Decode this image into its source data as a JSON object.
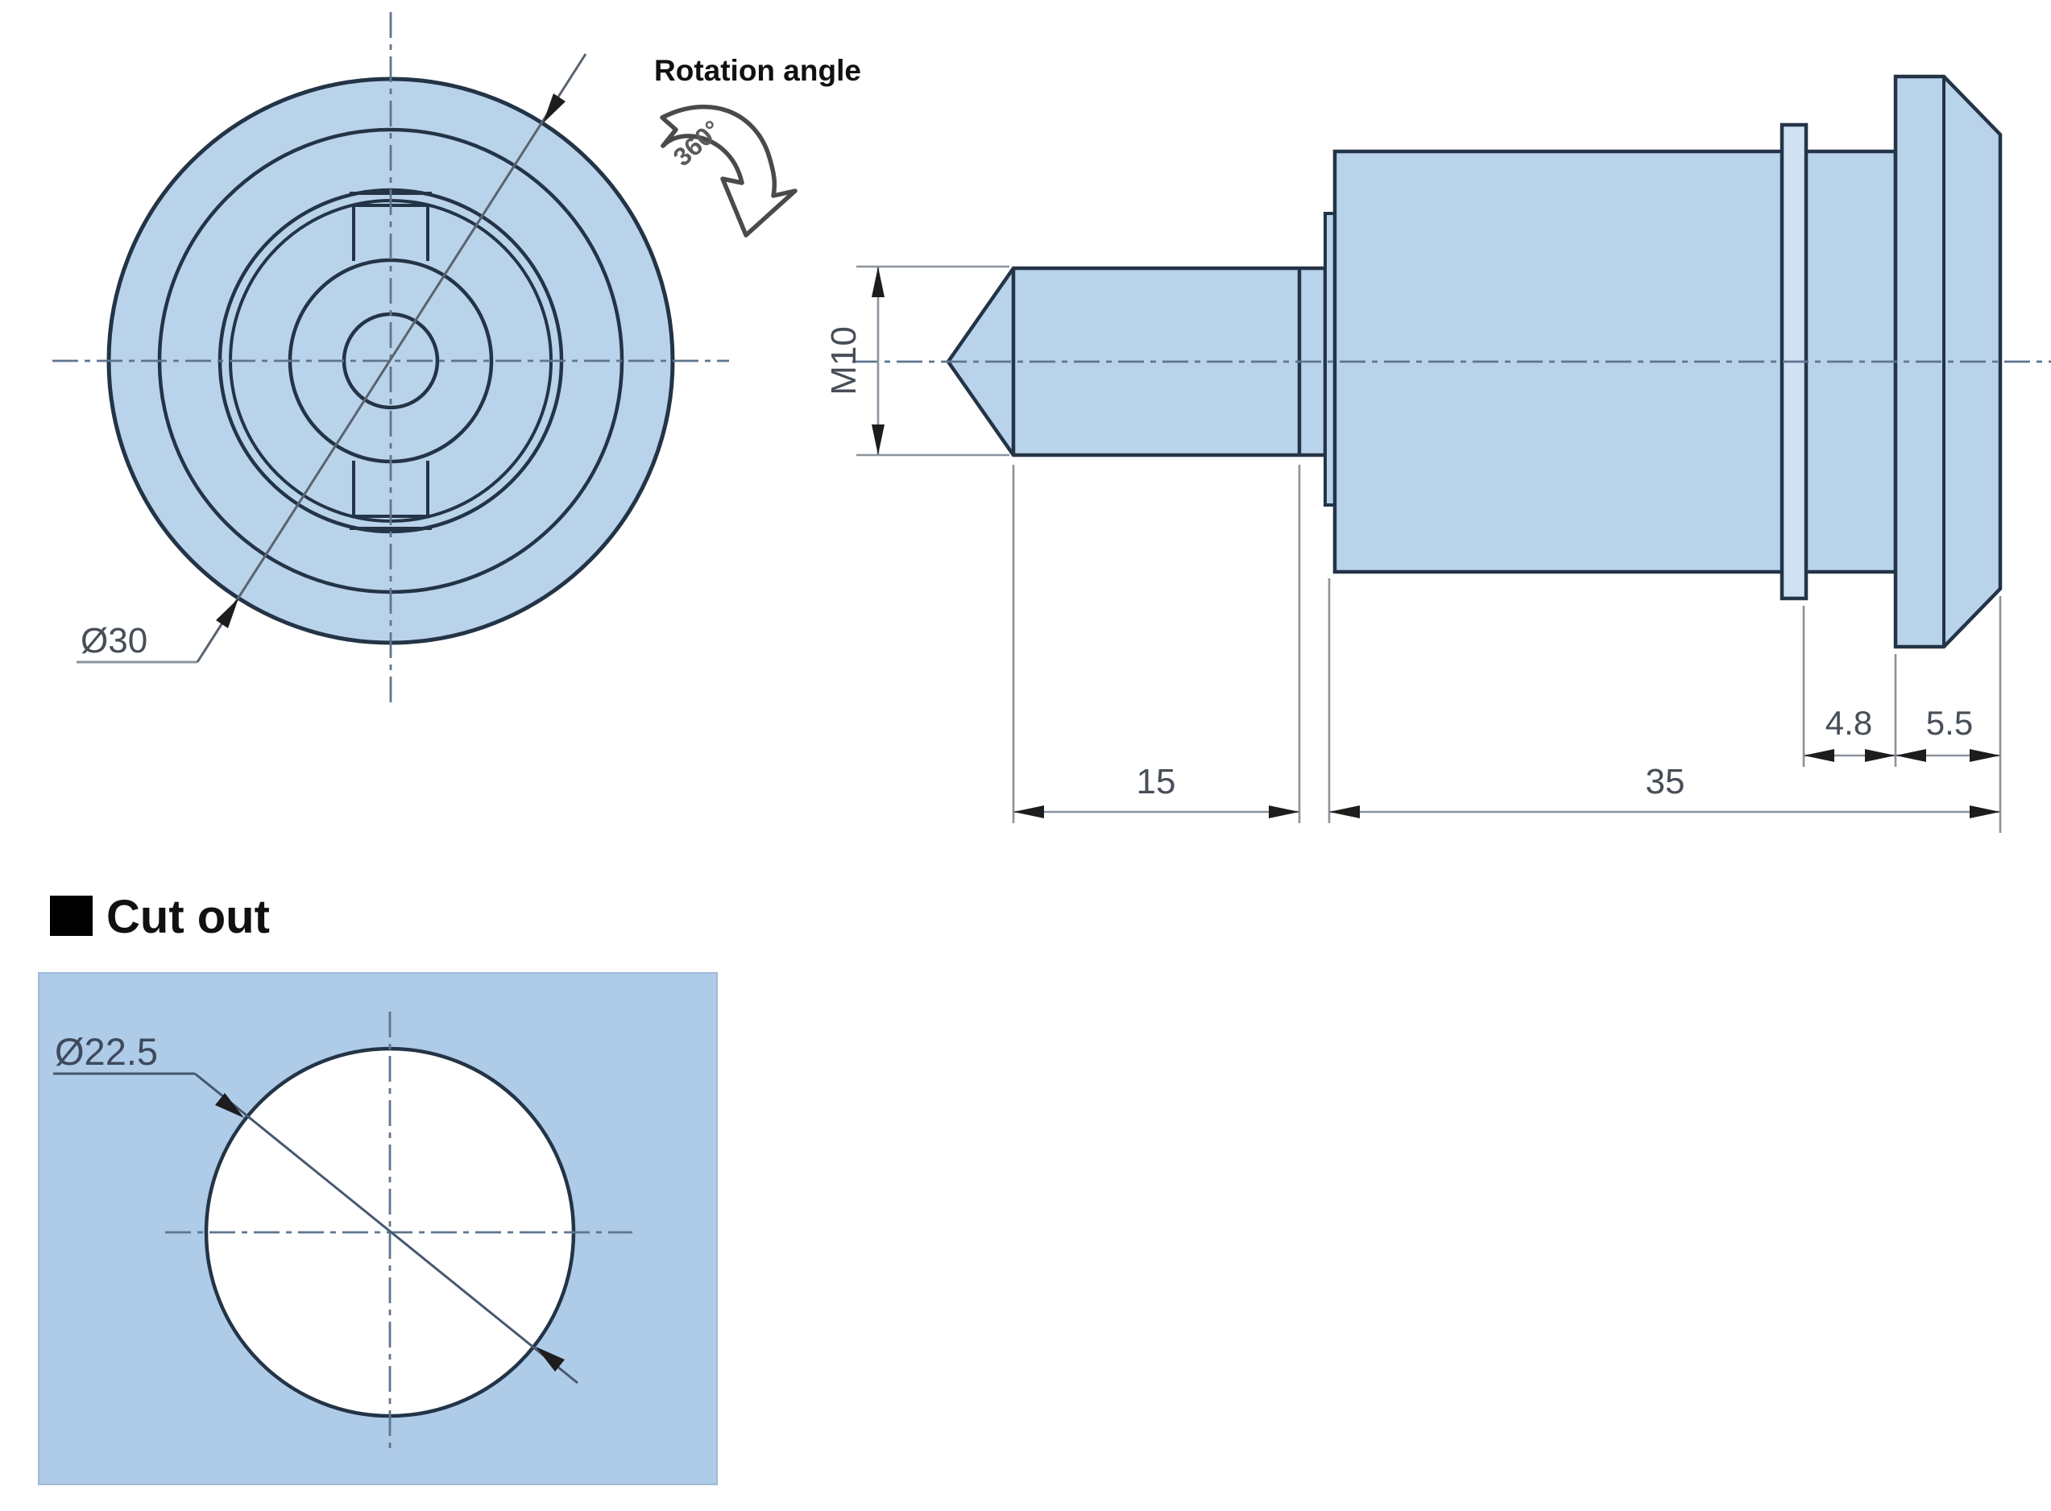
{
  "drawing": {
    "type": "technical-drawing",
    "part": "fastener-knob with threaded stud, flanged head and panel cut-out",
    "front_view": {
      "diameter_label": "Ø30",
      "rotation_caption": "Rotation angle",
      "rotation_value": "360°"
    },
    "side_view": {
      "thread_label": "M10",
      "thread_length_label": "15",
      "body_length_label": "35",
      "groove_width_label": "4.8",
      "head_width_label": "5.5"
    },
    "cutout_section": {
      "heading": "Cut out",
      "hole_diameter_label": "Ø22.5"
    },
    "colors": {
      "part_fill": "#b9d3ea",
      "panel_fill": "#aecbe8",
      "outline": "#243447",
      "centerline": "#5f7590",
      "dimension_line": "#8b939c",
      "dimension_text": "#474e57",
      "arrowhead": "#1d1d1d",
      "heading_text": "#111111"
    }
  }
}
